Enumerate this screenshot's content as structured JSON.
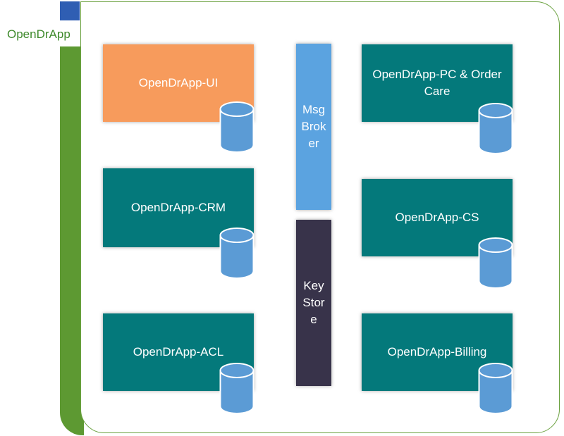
{
  "app_label": "OpenDrApp",
  "services": {
    "ui": "OpenDrApp-UI",
    "crm": "OpenDrApp-CRM",
    "acl": "OpenDrApp-ACL",
    "pc_order_care": "OpenDrApp-PC & Order Care",
    "cs": "OpenDrApp-CS",
    "billing": "OpenDrApp-Billing"
  },
  "infrastructure": {
    "msg_broker": "Msg\nBrok\ner",
    "key_store": "Key\nStor\ne"
  },
  "colors": {
    "ui_box": "#f79b5c",
    "service_box": "#04797b",
    "msg_broker": "#5ba3e0",
    "key_store": "#38334a",
    "database": "#5b9bd5",
    "accent_green": "#5d9932",
    "corner_blue": "#2f5eb3"
  }
}
